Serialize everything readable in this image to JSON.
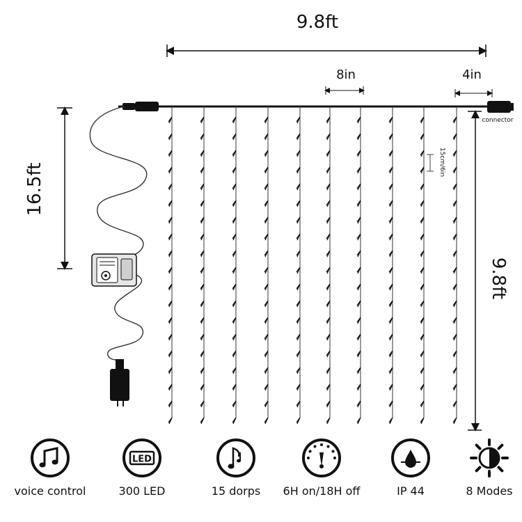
{
  "dimensions": {
    "total_width": "9.8ft",
    "strand_spacing": "8in",
    "end_spacing": "4in",
    "lead_cable_length": "16.5ft",
    "strand_length": "9.8ft",
    "bulb_spacing": "15cm/6in",
    "connector": "connector"
  },
  "features": [
    {
      "icon": "music-note-icon",
      "label": "voice control"
    },
    {
      "icon": "led-icon",
      "label": "300 LED",
      "icon_text": "LED"
    },
    {
      "icon": "music-notes-icon",
      "label": "15 dorps"
    },
    {
      "icon": "timer-gauge-icon",
      "label": "6H on/18H off"
    },
    {
      "icon": "water-drop-icon",
      "label": "IP 44"
    },
    {
      "icon": "sun-brightness-icon",
      "label": "8 Modes"
    }
  ],
  "colors": {
    "line": "#111111",
    "wire": "#333333"
  }
}
